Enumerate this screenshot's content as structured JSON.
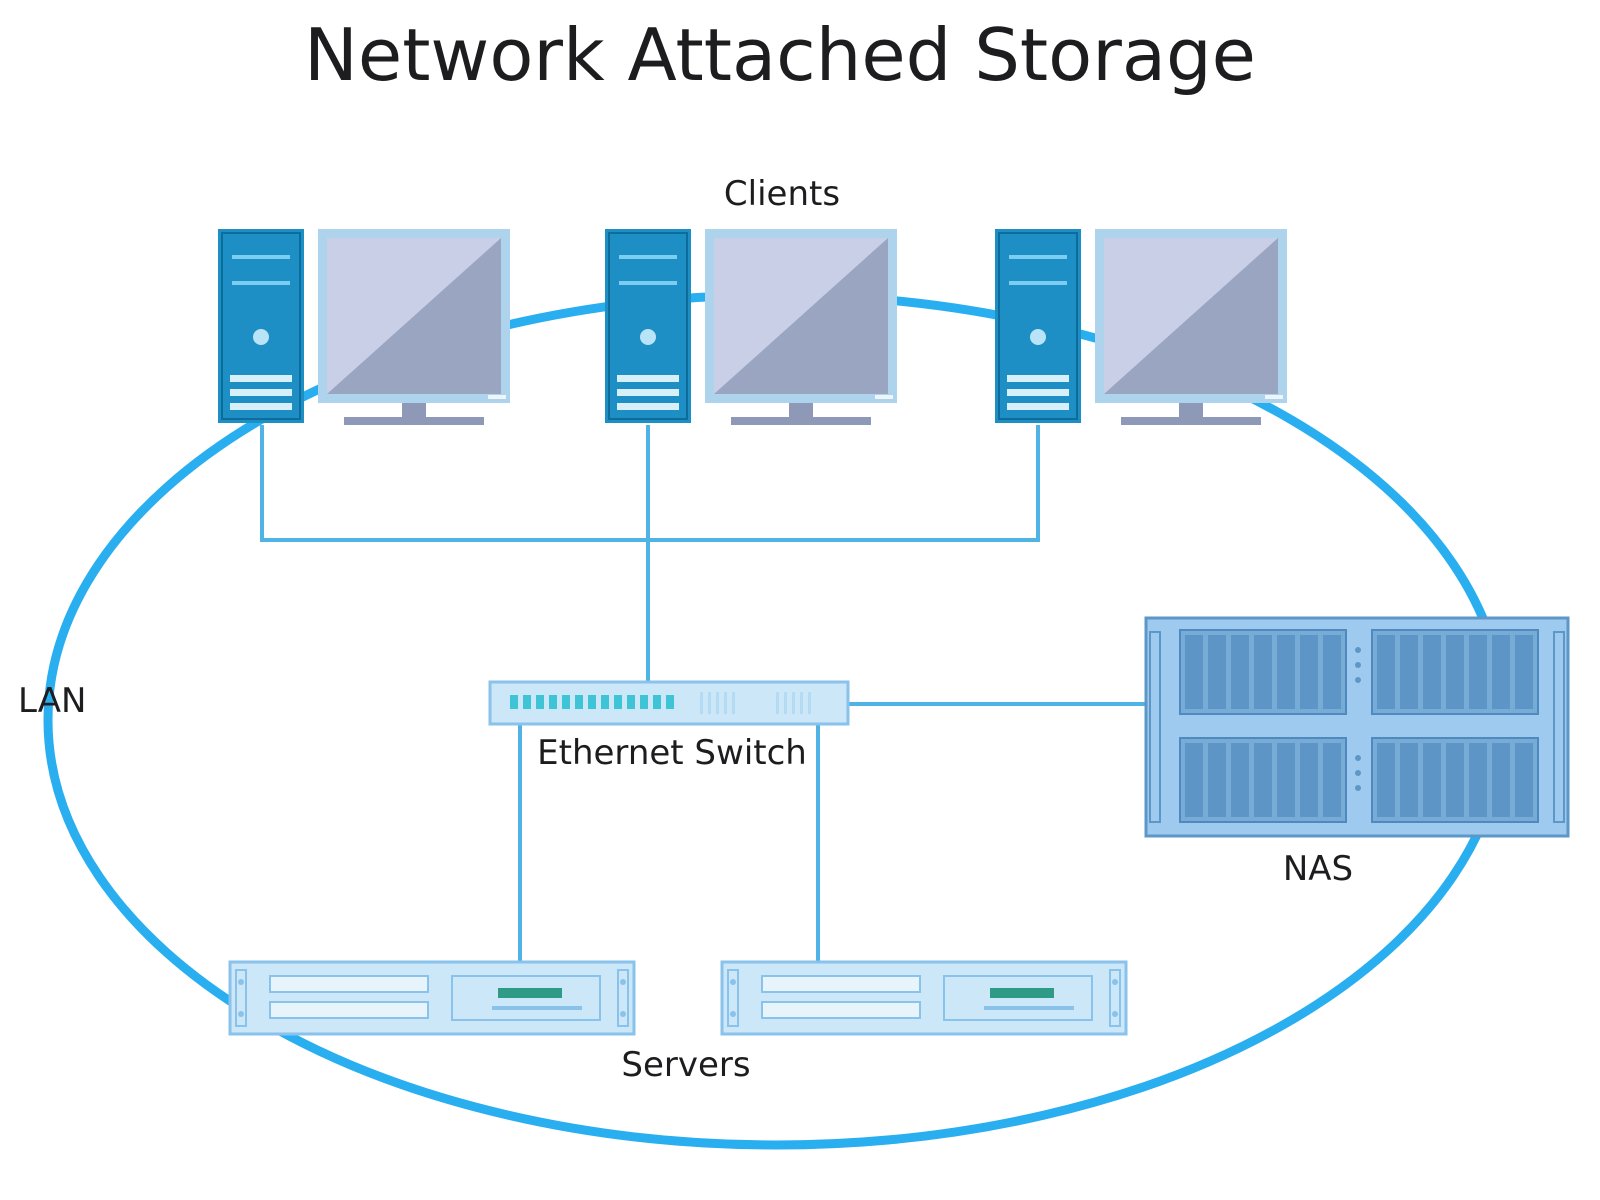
{
  "title": "Network Attached Storage",
  "labels": {
    "clients": "Clients",
    "lan": "LAN",
    "switch": "Ethernet Switch",
    "nas": "NAS",
    "servers": "Servers"
  },
  "colors": {
    "lan_ring": "#29aef0",
    "link": "#4fb3e6",
    "tower": "#1d8fc4",
    "monitor_frame": "#aed3ec",
    "rack_fill": "#cce7f8",
    "nas_fill": "#9fcaf0",
    "text": "#1d1d1f"
  },
  "icons": [
    "desktop-computer-icon",
    "ethernet-switch-icon",
    "nas-storage-icon",
    "rack-server-icon"
  ]
}
